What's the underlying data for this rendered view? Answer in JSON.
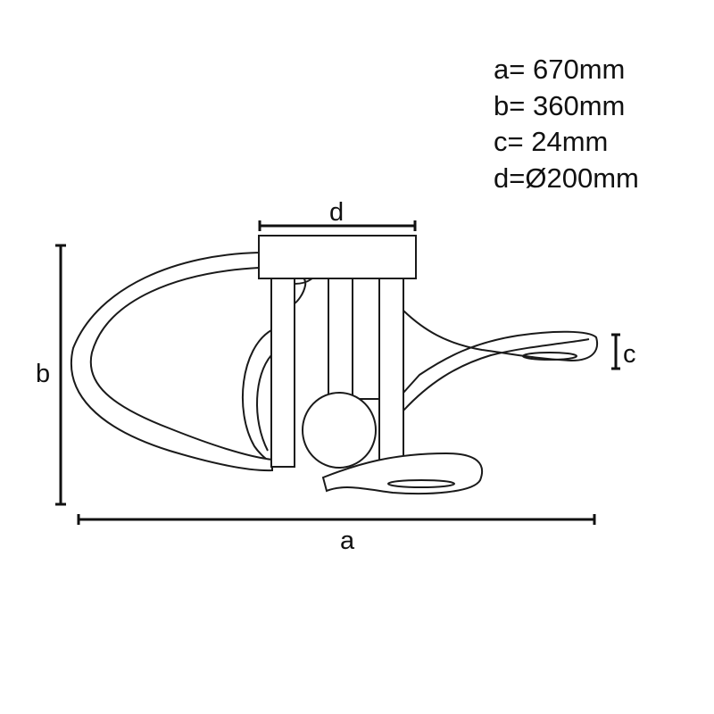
{
  "specs": [
    {
      "label": "a=",
      "value": "670mm"
    },
    {
      "label": "b=",
      "value": "360mm"
    },
    {
      "label": "c=",
      "value": "24mm"
    },
    {
      "label": "d=",
      "value": "Ø200mm"
    }
  ],
  "dimension_labels": {
    "a": "a",
    "b": "b",
    "c": "c",
    "d": "d"
  }
}
